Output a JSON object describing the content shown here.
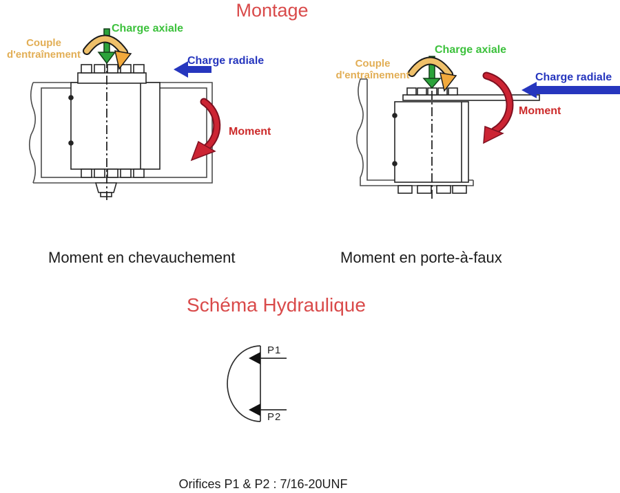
{
  "page": {
    "title": "Montage",
    "section2_title": "Schéma Hydraulique",
    "footnote": "Orifices P1 & P2 : 7/16-20UNF"
  },
  "left_diagram": {
    "caption": "Moment en chevauchement",
    "labels": {
      "axial": "Charge axiale",
      "torque_l1": "Couple",
      "torque_l2": "d'entraînement",
      "radial": "Charge radiale",
      "moment": "Moment"
    }
  },
  "right_diagram": {
    "caption": "Moment en porte-à-faux",
    "labels": {
      "axial": "Charge axiale",
      "torque_l1": "Couple",
      "torque_l2": "d'entraînement",
      "radial": "Charge radiale",
      "moment": "Moment"
    }
  },
  "hydraulic": {
    "port1": "P1",
    "port2": "P2"
  },
  "colors": {
    "title_red": "#d94a4a",
    "moment_red": "#cc2a2a",
    "radial_blue": "#2636be",
    "axial_green": "#3cc13c",
    "torque_orange": "#e2ae55",
    "drawing_line": "#3a3a3a"
  }
}
